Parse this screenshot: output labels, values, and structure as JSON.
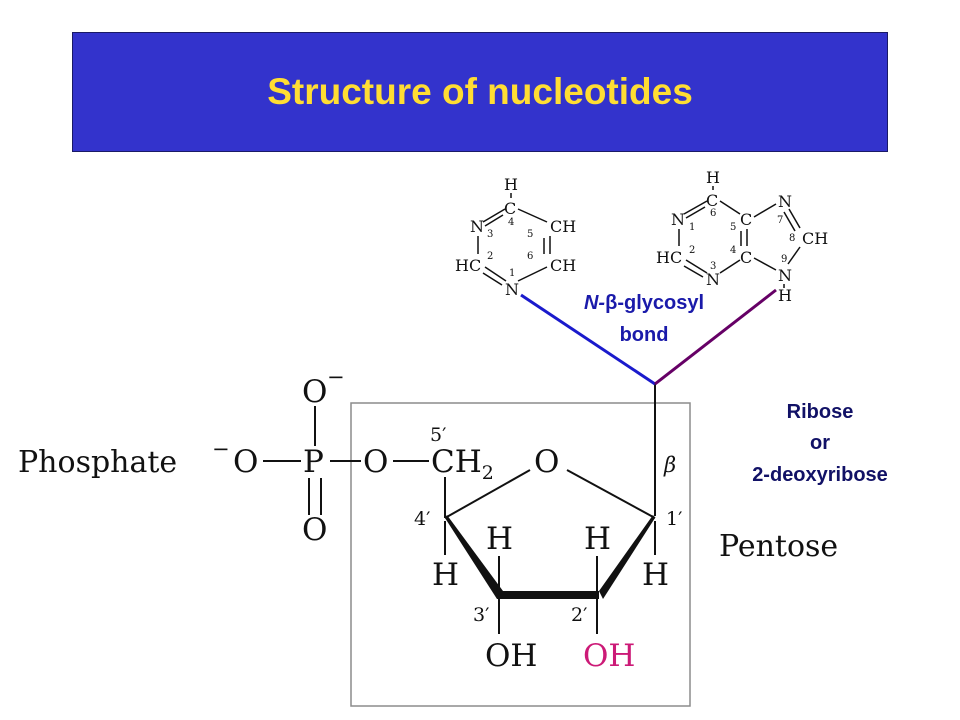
{
  "title": "Structure of nucleotides",
  "colors": {
    "title_bg": "#3333cc",
    "title_text": "#ffdd33",
    "pyrimidine_link": "#1a1acc",
    "purine_link": "#660066",
    "blue_label": "#1a1aaa",
    "navy_label": "#111166",
    "oh_magenta": "#cc1a77"
  },
  "labels": {
    "phosphate": "Phosphate",
    "pentose": "Pentose",
    "glycosyl_prefix": "N-",
    "glycosyl_beta": "β",
    "glycosyl_suffix": "-glycosyl",
    "glycosyl_line2": "bond",
    "sugar_line1": "Ribose",
    "sugar_line2": "or",
    "sugar_line3": "2-deoxyribose"
  },
  "phosphate_group": {
    "o_top": "O",
    "minus_top": "−",
    "minus_left": "−",
    "o_left": "O",
    "p": "P",
    "o_bridge": "O",
    "o_bottom": "O"
  },
  "ribose": {
    "ch2": "CH",
    "ch2_sub": "2",
    "ring_o": "O",
    "beta": "β",
    "pos5": "5′",
    "pos4": "4′",
    "pos3": "3′",
    "pos2": "2′",
    "pos1": "1′",
    "h_4": "H",
    "h_3": "H",
    "h_2": "H",
    "h_1": "H",
    "oh_3": "OH",
    "oh_2": "OH"
  },
  "pyrimidine": {
    "h_top": "H",
    "c4": "C",
    "n3": "N",
    "ch5": "CH",
    "hc2": "HC",
    "ch6": "CH",
    "n1": "N",
    "num4": "4",
    "num3": "3",
    "num5": "5",
    "num2": "2",
    "num6": "6",
    "num1": "1"
  },
  "purine": {
    "h_top": "H",
    "c6": "C",
    "n1": "N",
    "c5": "C",
    "n7": "N",
    "ch8": "CH",
    "hc2": "HC",
    "c4": "C",
    "n3": "N",
    "n9": "N",
    "h9": "H",
    "num6": "6",
    "num1": "1",
    "num5": "5",
    "num7": "7",
    "num8": "8",
    "num2": "2",
    "num4": "4",
    "num9": "9",
    "num3": "3"
  }
}
